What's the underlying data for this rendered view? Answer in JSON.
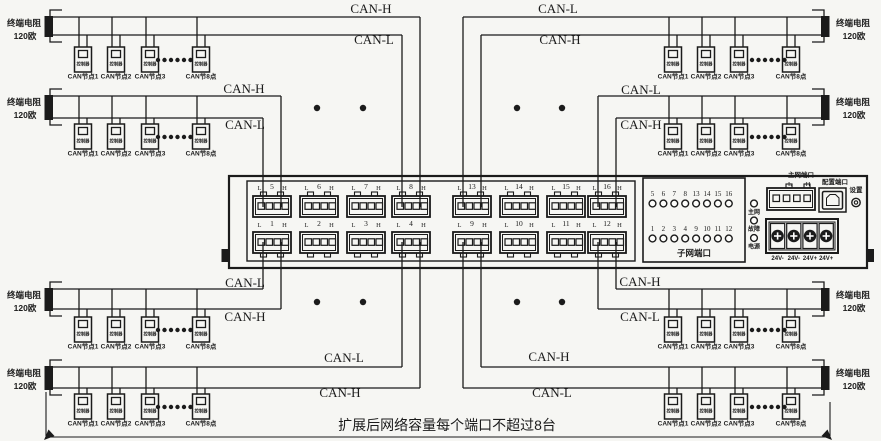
{
  "labels": {
    "can_h": "CAN-H",
    "can_l": "CAN-L",
    "terminal_resistor": [
      "终端电阻",
      "120欧"
    ],
    "node_labels": [
      "CAN节点1",
      "CAN节点2",
      "CAN节点3",
      "CAN节8点"
    ],
    "node_inner": "控制器",
    "caption": "扩展后网络容量每个端口不超过8台"
  },
  "clusters": [
    {
      "id": "top-left-outer",
      "top": "CAN-H",
      "bottom": "CAN-L"
    },
    {
      "id": "top-right-outer",
      "top": "CAN-L",
      "bottom": "CAN-H"
    },
    {
      "id": "top-left-inner",
      "top": "CAN-H",
      "bottom": "CAN-L"
    },
    {
      "id": "top-right-inner",
      "top": "CAN-L",
      "bottom": "CAN-H"
    },
    {
      "id": "bottom-left-inner",
      "top": "CAN-L",
      "bottom": "CAN-H"
    },
    {
      "id": "bottom-right-inner",
      "top": "CAN-H",
      "bottom": "CAN-L"
    },
    {
      "id": "bottom-left-outer",
      "top": "CAN-L",
      "bottom": "CAN-H"
    },
    {
      "id": "bottom-right-outer",
      "top": "CAN-H",
      "bottom": "CAN-L"
    }
  ],
  "device": {
    "port_l": "L",
    "port_h": "H",
    "top_ports": [
      "5",
      "6",
      "7",
      "8",
      "13",
      "14",
      "15",
      "16"
    ],
    "bottom_ports": [
      "1",
      "2",
      "3",
      "4",
      "9",
      "10",
      "11",
      "12"
    ],
    "led_top": [
      "5",
      "6",
      "7",
      "8",
      "13",
      "14",
      "15",
      "16"
    ],
    "led_bottom": [
      "1",
      "2",
      "3",
      "4",
      "9",
      "10",
      "11",
      "12"
    ],
    "subnet_label": "子网端口",
    "status_leds": [
      "主网",
      "故障",
      "电源"
    ],
    "main_port_label": "主网端口",
    "config_port_label": "配置端口",
    "settings_label": "设置",
    "power_labels": [
      "24V-",
      "24V-",
      "24V+",
      "24V+"
    ]
  }
}
